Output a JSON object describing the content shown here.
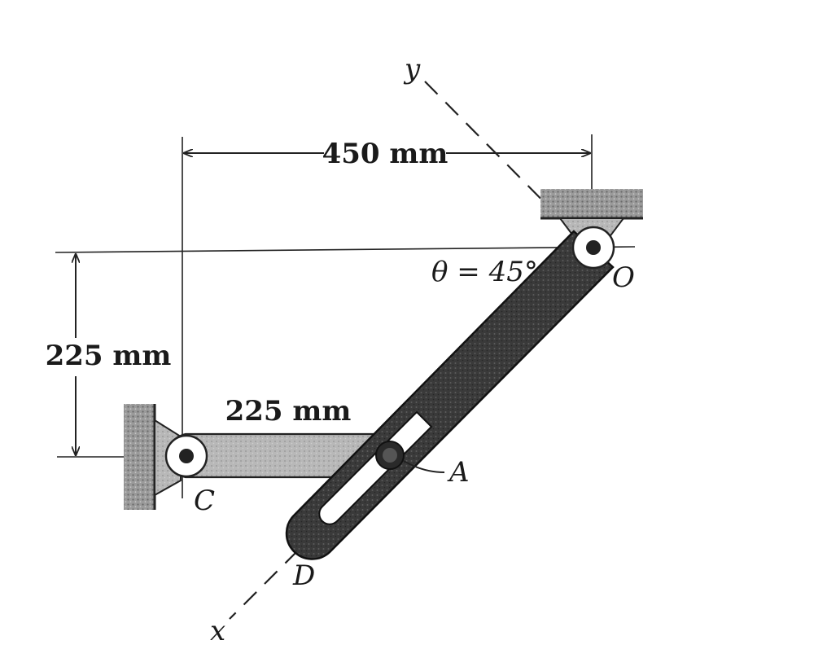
{
  "dimensions": {
    "horizontal_span": "450 mm",
    "vertical_span": "225 mm",
    "link_ca_length": "225 mm"
  },
  "angle_label": "θ = 45°",
  "points": {
    "O": "O",
    "A": "A",
    "C": "C",
    "D": "D"
  },
  "axes": {
    "x": "x",
    "y": "y"
  }
}
